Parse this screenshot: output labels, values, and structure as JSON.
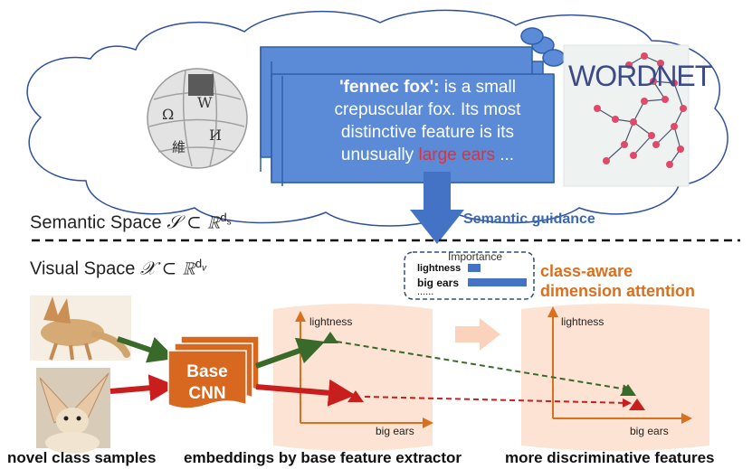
{
  "semantic": {
    "scroll": {
      "keyword": "'fennec fox':",
      "line1_rest": " is a small",
      "line2": "crepuscular fox. Its most",
      "line3": "distinctive feature is its",
      "line4_pre": "unusually ",
      "line4_highlight": "large ears",
      "line4_post": " ..."
    },
    "wordnet_label": "WORDNET",
    "wikipedia_glyphs": [
      "Ω",
      "W",
      "И",
      "維"
    ],
    "guidance_label": "Semantic guidance"
  },
  "spaces": {
    "semantic_label": "Semantic Space",
    "semantic_math": "𝒮 ⊂ ℝ",
    "semantic_sup": "d",
    "semantic_sub": "s",
    "visual_label": "Visual Space",
    "visual_math": "𝒳 ⊂ ℝ",
    "visual_sup": "d",
    "visual_sub": "v"
  },
  "attention": {
    "title": "Importance",
    "rows": [
      {
        "label": "lightness",
        "importance": 0.22
      },
      {
        "label": "big ears",
        "importance": 1.0
      }
    ],
    "ellipsis": "......",
    "caption_line1": "class-aware",
    "caption_line2": "dimension attention"
  },
  "cnn_label_line1": "Base",
  "cnn_label_line2": "CNN",
  "feature_panels": {
    "y_axis": "lightness",
    "x_axis": "big ears"
  },
  "captions": {
    "samples": "novel class samples",
    "embeddings": "embeddings by base feature extractor",
    "discriminative": "more discriminative features"
  },
  "colors": {
    "scroll_blue": "#5b8bd6",
    "guidance_blue": "#3b67b4",
    "green_arrow": "#3a6a2a",
    "red_arrow": "#c81e1e",
    "cnn_orange": "#d8681f",
    "panel_peach": "#fde3d3",
    "axis_orange": "#d8701f"
  }
}
